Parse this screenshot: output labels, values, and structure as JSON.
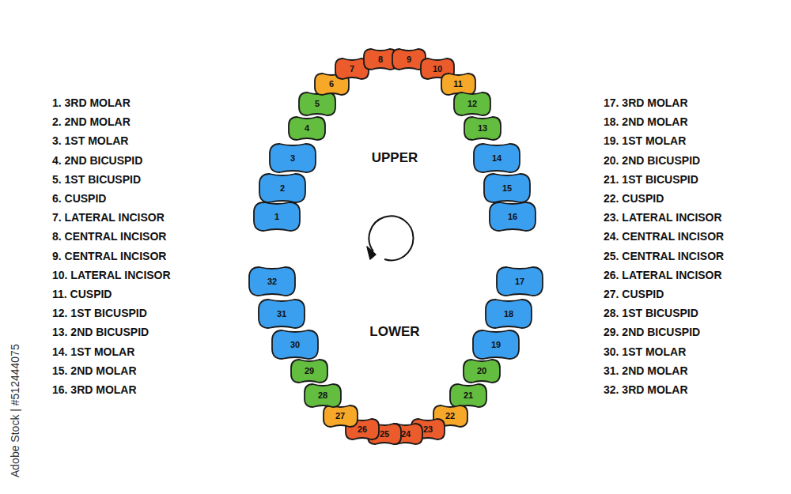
{
  "diagram": {
    "nodes": [
      {
        "text": [
          "1"
        ]
      },
      {
        "text": [
          "2"
        ]
      },
      {
        "text": [
          "3"
        ]
      },
      {
        "text": [
          "4"
        ]
      },
      {
        "text": [
          "5"
        ]
      },
      {
        "text": [
          "6"
        ]
      },
      {
        "text": [
          "7"
        ]
      },
      {
        "text": [
          "8"
        ]
      },
      {
        "text": [
          "9"
        ]
      },
      {
        "text": [
          "10"
        ]
      },
      {
        "text": [
          "11"
        ]
      },
      {
        "text": [
          "12"
        ]
      },
      {
        "text": [
          "13"
        ]
      },
      {
        "text": [
          "14"
        ]
      },
      {
        "text": [
          "15"
        ]
      },
      {
        "text": [
          "16"
        ]
      },
      {
        "text": [
          "17"
        ]
      },
      {
        "text": [
          "18"
        ]
      },
      {
        "text": [
          "19"
        ]
      },
      {
        "text": [
          "20"
        ]
      },
      {
        "text": [
          "21"
        ]
      },
      {
        "text": [
          "22"
        ]
      },
      {
        "text": [
          "23"
        ]
      },
      {
        "text": [
          "24"
        ]
      },
      {
        "text": [
          "25"
        ]
      },
      {
        "text": [
          "26"
        ]
      },
      {
        "text": [
          "27"
        ]
      },
      {
        "text": [
          "28"
        ]
      },
      {
        "text": [
          "29"
        ]
      },
      {
        "text": [
          "30"
        ]
      },
      {
        "text": [
          "31"
        ]
      },
      {
        "text": [
          "32"
        ]
      }
    ],
    "labels": [
      "1. 3RD MOLAR",
      "2. 2ND MOLAR",
      "3. 1ST MOLAR",
      "4. 2ND BICUSPID",
      "5. 1ST BICUSPID",
      "6. CUSPID",
      "7. LATERAL INCISOR",
      "8. CENTRAL INCISOR",
      "9. CENTRAL INCISOR",
      "10. LATERAL INCISOR",
      "11. CUSPID",
      "12. 1ST BICUSPID",
      "13. 2ND BICUSPID",
      "14. 1ST MOLAR",
      "15. 2ND MOLAR",
      "16. 3RD MOLAR",
      "17. 3RD MOLAR",
      "18. 2ND MOLAR",
      "19. 1ST MOLAR",
      "20. 2ND BICUSPID",
      "21. 1ST BICUSPID",
      "22. CUSPID",
      "23. LATERAL INCISOR",
      "24. CENTRAL INCISOR",
      "25. CENTRAL INCISOR",
      "26. LATERAL INCISOR",
      "27. CUSPID",
      "28. 1ST BICUSPID",
      "29. 2ND BICUSPID",
      "30. 1ST MOLAR",
      "31. 2ND MOLAR",
      "32. 3RD MOLAR",
      "UPPER",
      "LOWER",
      "Adobe Stock | #512444075"
    ]
  }
}
